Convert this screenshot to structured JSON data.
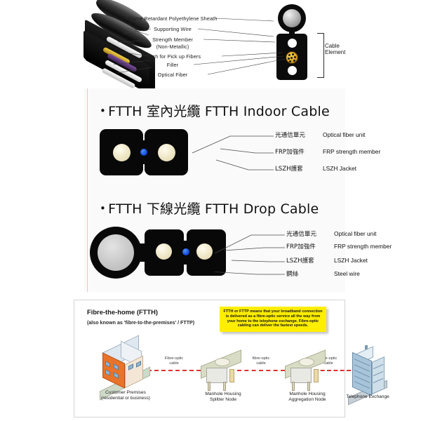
{
  "panel_cutaway": {
    "labels": [
      {
        "text": "Flame Retardant Polyethylene Sheath"
      },
      {
        "text": "Supporting Wire"
      },
      {
        "text": "Strength Member"
      },
      {
        "text": "(Non-Metallic)"
      },
      {
        "text": "Notch for Pick up Fibers"
      },
      {
        "text": "Filler"
      },
      {
        "text": "Optical Fiber"
      }
    ],
    "bracket_label_line1": "Cable",
    "bracket_label_line2": "Element"
  },
  "panel_ftth": {
    "indoor": {
      "title_bullet": "•",
      "title": "FTTH 室內光纜 FTTH Indoor Cable",
      "callouts": [
        {
          "cn": "光通信單元",
          "en": "Optical fiber unit"
        },
        {
          "cn": "FRP加強件",
          "en": "FRP strength member"
        },
        {
          "cn": "LSZH護套",
          "en": "LSZH Jacket"
        }
      ]
    },
    "drop": {
      "title_bullet": "•",
      "title": "FTTH 下線光纜 FTTH Drop Cable",
      "callouts": [
        {
          "cn": "光通信單元",
          "en": "Optical fiber unit"
        },
        {
          "cn": "FRP加強件",
          "en": "FRP strength member"
        },
        {
          "cn": "LSZH護套",
          "en": "LSZH Jacket"
        },
        {
          "cn": "鋼絲",
          "en": "Steel wire"
        }
      ]
    }
  },
  "panel_network": {
    "heading": "Fibre-the-home (FTTH)",
    "subheading": "(also known as 'fibre-to-the-premises' / FTTP)",
    "callout_text": "FTTH or FTTP means that your broadband connection is delivered as a fibre-optic service all the way from your home to the telephone exchange. Fibre-optic cabling can deliver the fastest speeds.",
    "cable_labels": [
      {
        "line1": "Fibre-optic",
        "line2": "cable"
      },
      {
        "line1": "fibre-optic",
        "line2": "cable"
      },
      {
        "line1": "fibre-optic",
        "line2": "cable"
      }
    ],
    "nodes": [
      {
        "line1": "Customer Premises",
        "line2": "(residential or business)"
      },
      {
        "line1": "Manhole Housing",
        "line2": "Splitter Node"
      },
      {
        "line1": "Manhole Housing",
        "line2": "Aggregation Node"
      },
      {
        "line1": "Telephone Exchange",
        "line2": ""
      }
    ]
  },
  "colors": {
    "callout_yellow": "#ffee00",
    "cable_red": "#e03030",
    "jacket_black": "#080808",
    "frp_cream": "#ece3c0",
    "fiber_blue": "#0a3fd0",
    "steel_gray": "#c3c3c3"
  }
}
